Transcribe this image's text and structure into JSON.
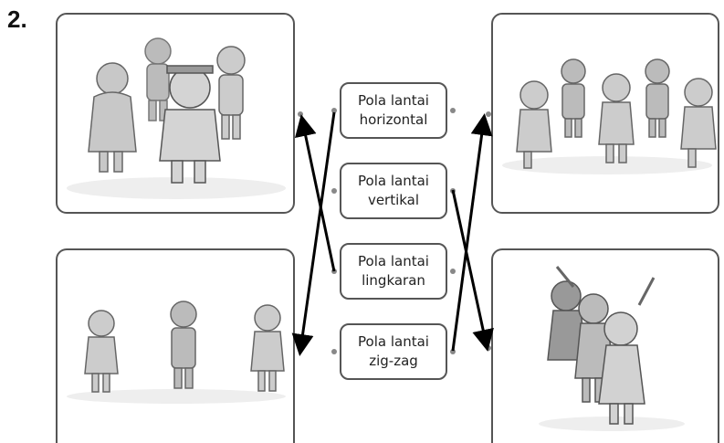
{
  "question_number": "2.",
  "labels": [
    {
      "line1": "Pola lantai",
      "line2": "horizontal"
    },
    {
      "line1": "Pola lantai",
      "line2": "vertikal"
    },
    {
      "line1": "Pola lantai",
      "line2": "lingkaran"
    },
    {
      "line1": "Pola lantai",
      "line2": "zig-zag"
    }
  ],
  "pictures": {
    "top_left": "children-circle-formation-illustration",
    "top_right": "children-zigzag-formation-illustration",
    "bottom_left": "children-horizontal-row-illustration",
    "bottom_right": "children-vertical-line-illustration"
  },
  "matches": [
    {
      "label": "Pola lantai horizontal",
      "picture": "bottom-left"
    },
    {
      "label": "Pola lantai vertikal",
      "picture": "bottom-right"
    },
    {
      "label": "Pola lantai lingkaran",
      "picture": "top-left"
    },
    {
      "label": "Pola lantai zig-zag",
      "picture": "top-right"
    }
  ],
  "colors": {
    "arrow": "#000000",
    "dot": "#888888",
    "border": "#555555"
  }
}
